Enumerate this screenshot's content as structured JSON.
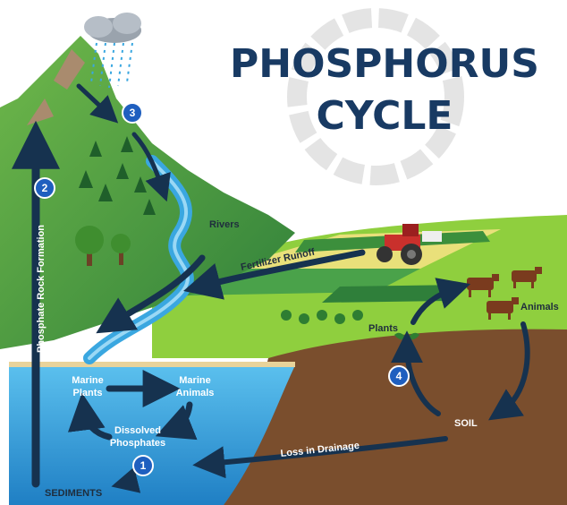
{
  "title": {
    "line1": "PHOSPHORUS",
    "line2": "CYCLE"
  },
  "labels": {
    "rivers": "Rivers",
    "fertilizer_runoff": "Fertilizer Runoff",
    "plants": "Plants",
    "animals": "Animals",
    "soil": "SOIL",
    "loss_in_drainage": "Loss in Drainage",
    "sediments": "SEDIMENTS",
    "phosphate_rock_formation": "Phosphate Rock Formation",
    "marine_plants_1": "Marine",
    "marine_plants_2": "Plants",
    "marine_animals_1": "Marine",
    "marine_animals_2": "Animals",
    "dissolved_phosphates_1": "Dissolved",
    "dissolved_phosphates_2": "Phosphates"
  },
  "steps": {
    "s1": "1",
    "s2": "2",
    "s3": "3",
    "s4": "4"
  },
  "colors": {
    "title": "#183a63",
    "arrow": "#16324f",
    "badge": "#1f5fbf",
    "water": "#3aa7e0",
    "soil": "#7a4e2d",
    "grass": "#8fcf3e"
  }
}
